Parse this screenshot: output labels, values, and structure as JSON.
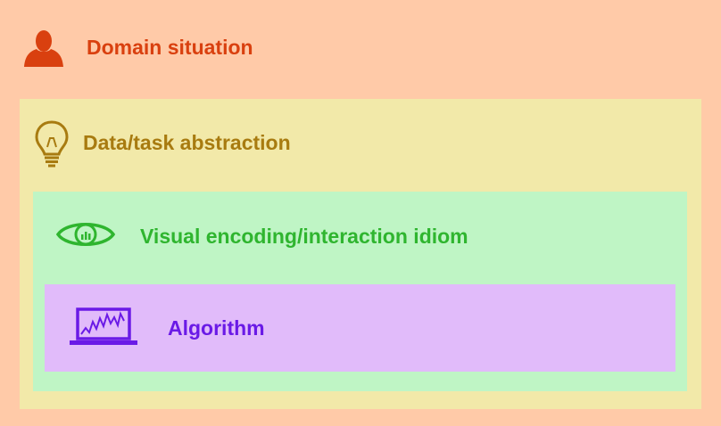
{
  "layers": [
    {
      "key": "domain",
      "title": "Domain situation",
      "icon": "person-icon",
      "color": "#d9400f"
    },
    {
      "key": "abstraction",
      "title": "Data/task abstraction",
      "icon": "lightbulb-icon",
      "color": "#a87b10"
    },
    {
      "key": "idiom",
      "title": "Visual encoding/interaction idiom",
      "icon": "eye-icon",
      "color": "#2fb52f"
    },
    {
      "key": "algorithm",
      "title": "Algorithm",
      "icon": "laptop-chart-icon",
      "color": "#6a1ae6"
    }
  ]
}
